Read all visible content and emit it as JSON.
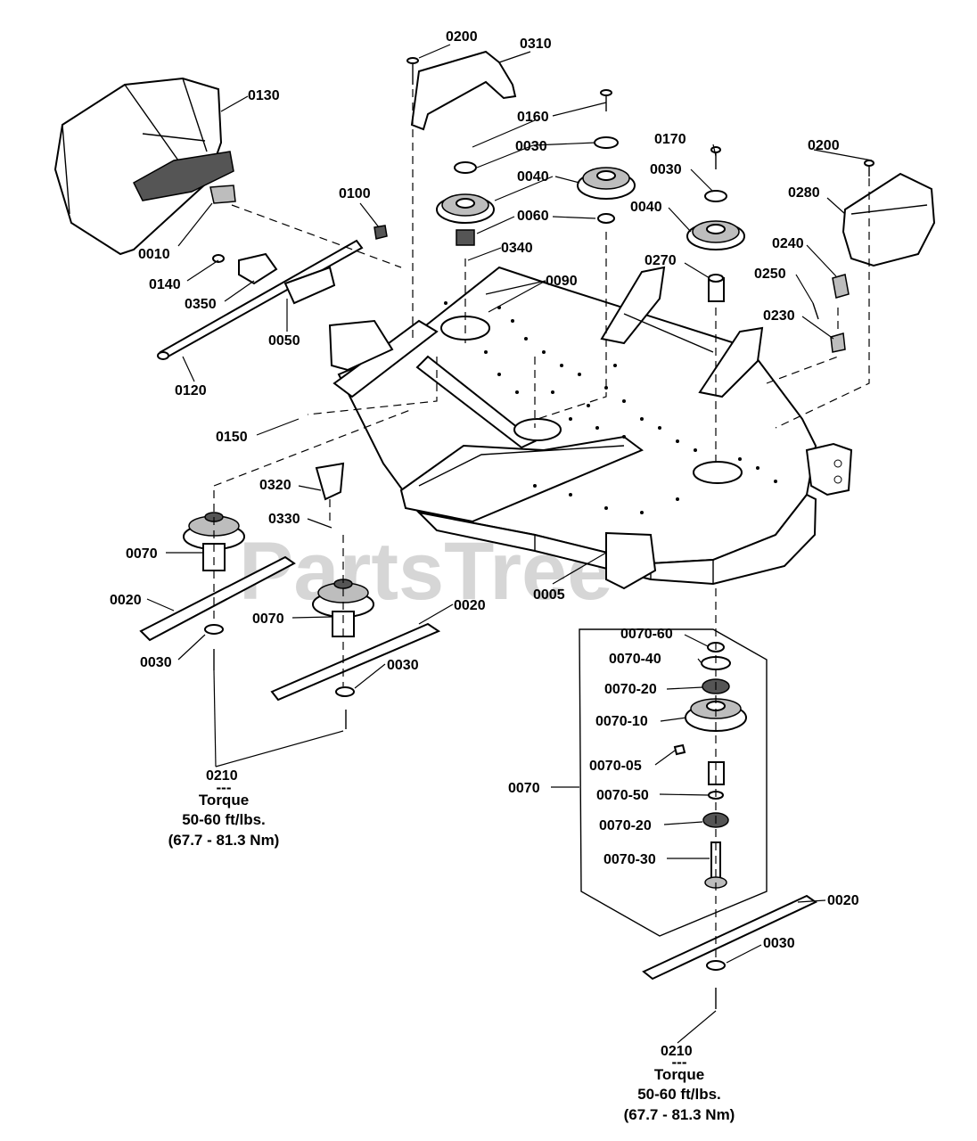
{
  "watermark": "PartsTree",
  "watermark_mark": "™",
  "labels": {
    "p0200a": "0200",
    "p0310": "0310",
    "p0130": "0130",
    "p0160": "0160",
    "p0030a": "0030",
    "p0170": "0170",
    "p0200b": "0200",
    "p0040a": "0040",
    "p0030b": "0030",
    "p0280": "0280",
    "p0100": "0100",
    "p0060": "0060",
    "p0040b": "0040",
    "p0340": "0340",
    "p0240": "0240",
    "p0010": "0010",
    "p0270": "0270",
    "p0250": "0250",
    "p0140": "0140",
    "p0090": "0090",
    "p0350": "0350",
    "p0230": "0230",
    "p0050": "0050",
    "p0120": "0120",
    "p0150": "0150",
    "p0320": "0320",
    "p0330": "0330",
    "p0070a": "0070",
    "p0020a": "0020",
    "p0005": "0005",
    "p0070b": "0070",
    "p0020b": "0020",
    "p0030c": "0030",
    "p0030d": "0030",
    "p0210a": "0210",
    "p0070_60": "0070-60",
    "p0070_40": "0070-40",
    "p0070_20a": "0070-20",
    "p0070_10": "0070-10",
    "p0070_05": "0070-05",
    "p0070c": "0070",
    "p0070_50": "0070-50",
    "p0070_20b": "0070-20",
    "p0070_30": "0070-30",
    "p0020c": "0020",
    "p0030e": "0030",
    "p0210b": "0210"
  },
  "torque_left": {
    "dashes": "---",
    "line1": "Torque",
    "line2": "50-60 ft/lbs.",
    "line3": "(67.7 - 81.3 Nm)"
  },
  "torque_right": {
    "dashes": "---",
    "line1": "Torque",
    "line2": "50-60 ft/lbs.",
    "line3": "(67.7 - 81.3 Nm)"
  }
}
